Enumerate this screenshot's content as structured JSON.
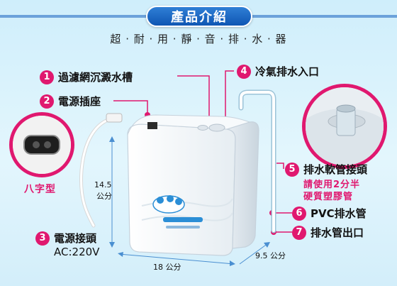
{
  "header": {
    "title": "產品介紹",
    "subtitle": "超 · 耐 · 用 · 靜 · 音 · 排 · 水 · 器"
  },
  "features": [
    {
      "num": "1",
      "label": "過濾網沉澱水槽"
    },
    {
      "num": "2",
      "label": "電源插座"
    },
    {
      "num": "3",
      "label": "電源接頭",
      "sub": "AC:220V"
    },
    {
      "num": "4",
      "label": "冷氣排水入口"
    },
    {
      "num": "5",
      "label": "排水軟管接頭",
      "note1": "請使用2分半",
      "note2": "硬質塑膠管"
    },
    {
      "num": "6",
      "label": "PVC排水管"
    },
    {
      "num": "7",
      "label": "排水管出口"
    }
  ],
  "plug_caption": "八字型",
  "dimensions": {
    "height_value": "14.5",
    "height_unit": "公分",
    "width": "18 公分",
    "depth": "9.5 公分"
  },
  "colors": {
    "accent": "#e0186f",
    "header_blue": "#1a5fbf",
    "background": "#d6f1fb"
  }
}
